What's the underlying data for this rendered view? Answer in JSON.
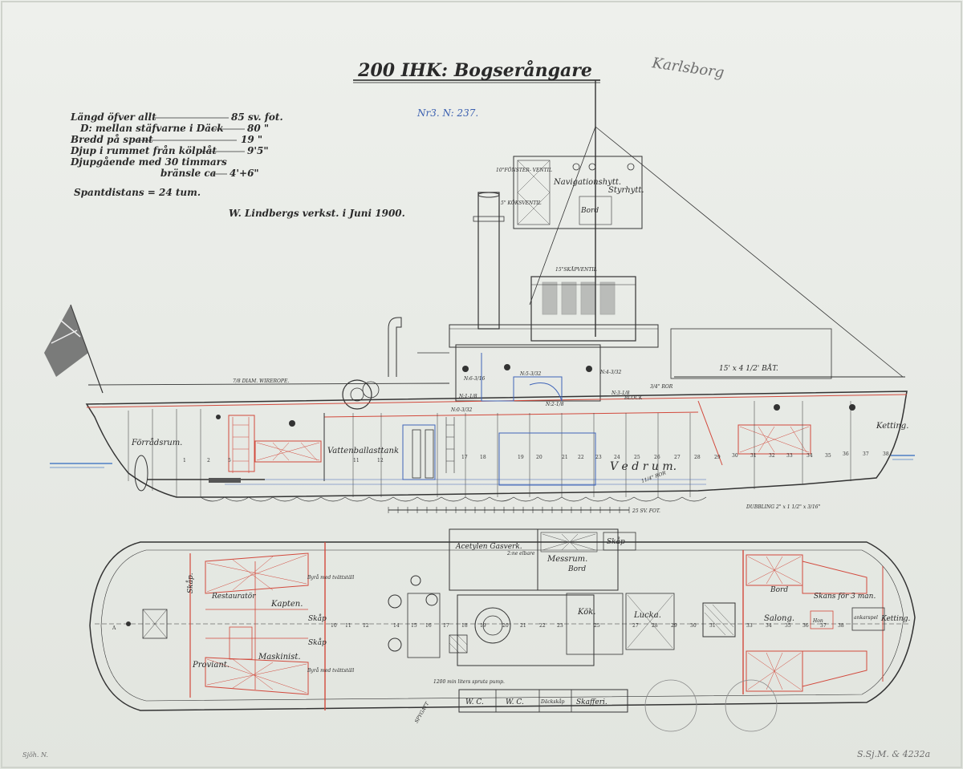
{
  "title": "200 IHK: Bogserångare",
  "pencil_note": "Karlsborg",
  "drawing_number": "Nr3. N: 237.",
  "specs": [
    {
      "label": "Längd öfver allt",
      "value": "85 sv. fot."
    },
    {
      "label": "D: mellan stäfvarne i Däck",
      "value": "80 \""
    },
    {
      "label": "Bredd på spant",
      "value": "19 \""
    },
    {
      "label": "Djup i rummet från kölplåt",
      "value": "9'5\""
    },
    {
      "label": "Djupgående med 30 timmars",
      "value": ""
    },
    {
      "label": "bränsle ca",
      "value": "4'+6\""
    }
  ],
  "frame_spacing": "Spantdistans = 24 tum.",
  "workshop": "W. Lindbergs verkst. i Juni 1900.",
  "catalog": "S.Sj.M. & 4232a",
  "corner_stamp": "Sjöh. N.",
  "profile_labels": {
    "nav_house": "Navigationshytt.",
    "styrhytt": "Styrhytt.",
    "bord": "Bord",
    "ventil_1": "10\"FÖNSTER- VENTIL",
    "ventil_2": "5\" KÖKSVENTIL",
    "ventil_3": "15\"SKÅPVENTIL",
    "wirerope": "7/8 DIAM. WIREROPE.",
    "boat": "15' x 4 1/2' BÅT.",
    "ferraderum": "Förrådsrum.",
    "vattenballast": "Vattenballasttank",
    "vedrum": "V e d r u m.",
    "ketting": "Ketting.",
    "dubbling": "DUBBLING 2\" x 1 1/2\" x 3/16\"",
    "block": "BLOCK",
    "pipe_1": "3/4\" ROR",
    "n6": "N:6-3/16",
    "n5": "N:5-3/32",
    "n4": "N:4-3/32",
    "n3": "N:3-1/8",
    "n1": "N:1-1/8",
    "n2": "N:2-1/8",
    "n0": "N:0-3/32",
    "rod": "11/4\" ROR",
    "scale": "25 SV. FOT."
  },
  "plan_labels": {
    "skap": "Skåp.",
    "restaurant": "Restauratör",
    "kapten": "Kapten.",
    "byra_1": "Byrå med tvättställ",
    "byra_2": "Byrå med tvättställ",
    "skap_2": "Skåp",
    "skap_3": "Skåp",
    "proviant": "Proviant.",
    "maskinist": "Maskinist.",
    "acetylen": "Acetylen Gasverk.",
    "elbare": "2:ne elbare",
    "messrum": "Messrum.",
    "messbord": "Bord",
    "skap_4": "Skåp",
    "kok": "Kök.",
    "lucka": "Lucka.",
    "bord": "Bord",
    "salong": "Salong.",
    "skans": "Skans för 3 man.",
    "hon": "Hon",
    "ketting": "Ketting.",
    "ankarspel": "ankarspel",
    "pump": "1200 min liters spruta pump.",
    "wc1": "W. C.",
    "wc2": "W. C.",
    "dackskap": "Däckskåp",
    "skafferi": "Skafferi.",
    "spygatt": "SPYGATT"
  },
  "colors": {
    "paper": "#e9ebe6",
    "ink": "#2b2b2b",
    "red": "#d2493c",
    "blue": "#3f64b8",
    "water": "#4f7fc4"
  }
}
